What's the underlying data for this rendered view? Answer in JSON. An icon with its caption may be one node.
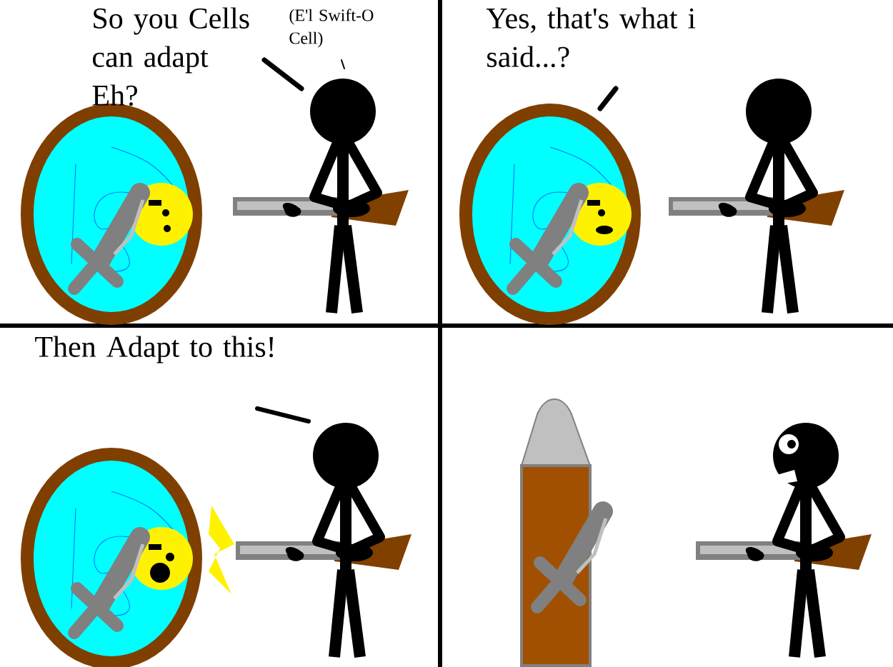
{
  "diagram": {
    "labels": [
      "So you Cells can adapt Eh?",
      "(E'l Swift-O Cell)",
      "Yes, that's what i said...?",
      "Then Adapt to this!"
    ]
  }
}
